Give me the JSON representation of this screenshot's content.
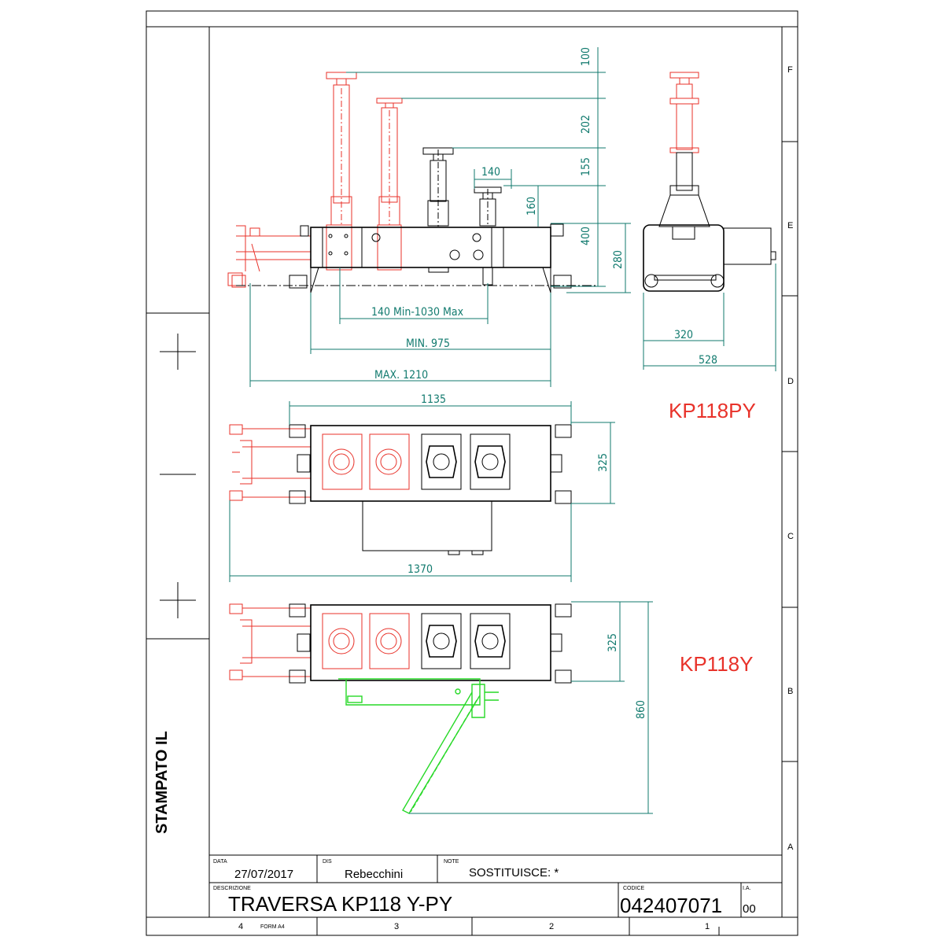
{
  "side_label": "STAMPATO IL",
  "zones_right": [
    "F",
    "E",
    "D",
    "C",
    "B",
    "A"
  ],
  "columns_bottom": [
    "4",
    "3",
    "2",
    "1"
  ],
  "title_block": {
    "data_label": "DATA",
    "data_value": "27/07/2017",
    "dis_label": "DIS",
    "dis_value": "Rebecchini",
    "note_label": "NOTE",
    "note_value": "SOSTITUISCE: *",
    "descr_label": "DESCRIZIONE",
    "descr_value": "TRAVERSA KP118 Y-PY",
    "code_label": "CODICE",
    "code_value": "042407071",
    "ia_label": "I.A.",
    "ia_value": "00",
    "form_label": "FORM A4"
  },
  "models": {
    "top": "KP118PY",
    "bottom": "KP118Y"
  },
  "dimensions": {
    "d100": "100",
    "d202": "202",
    "d155": "155",
    "d140": "140",
    "d160": "160",
    "d400": "400",
    "d280": "280",
    "d_range": "140 Min-1030 Max",
    "d_min": "MIN. 975",
    "d_max": "MAX. 1210",
    "d320": "320",
    "d528": "528",
    "d1135": "1135",
    "d325a": "325",
    "d1370": "1370",
    "d325b": "325",
    "d860": "860"
  },
  "colors": {
    "dimension": "#117a6e",
    "optional_red": "#e8322a",
    "optional_green": "#27d927"
  }
}
